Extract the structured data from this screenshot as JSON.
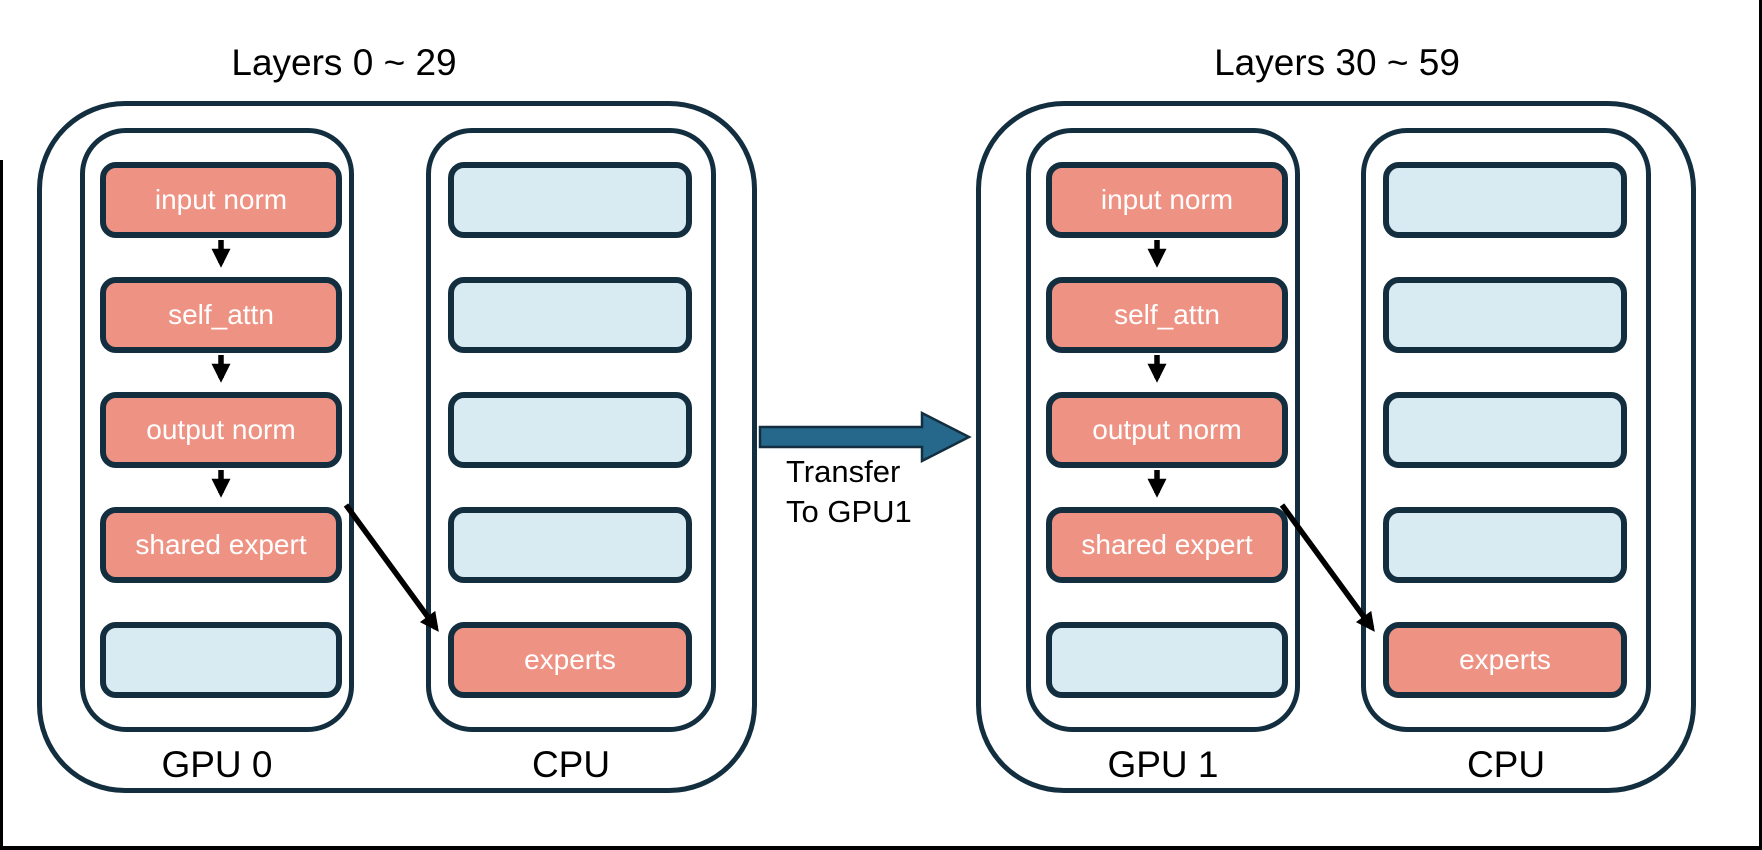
{
  "groups": [
    {
      "layers_title": "Layers 0 ~ 29",
      "devices": [
        {
          "label": "GPU 0",
          "slots": [
            {
              "text": "input norm",
              "filled": true
            },
            {
              "text": "self_attn",
              "filled": true
            },
            {
              "text": "output norm",
              "filled": true
            },
            {
              "text": "shared expert",
              "filled": true
            },
            {
              "text": "",
              "filled": false
            }
          ]
        },
        {
          "label": "CPU",
          "slots": [
            {
              "text": "",
              "filled": false
            },
            {
              "text": "",
              "filled": false
            },
            {
              "text": "",
              "filled": false
            },
            {
              "text": "",
              "filled": false
            },
            {
              "text": "experts",
              "filled": true
            }
          ]
        }
      ]
    },
    {
      "layers_title": "Layers 30 ~ 59",
      "devices": [
        {
          "label": "GPU 1",
          "slots": [
            {
              "text": "input norm",
              "filled": true
            },
            {
              "text": "self_attn",
              "filled": true
            },
            {
              "text": "output norm",
              "filled": true
            },
            {
              "text": "shared expert",
              "filled": true
            },
            {
              "text": "",
              "filled": false
            }
          ]
        },
        {
          "label": "CPU",
          "slots": [
            {
              "text": "",
              "filled": false
            },
            {
              "text": "",
              "filled": false
            },
            {
              "text": "",
              "filled": false
            },
            {
              "text": "",
              "filled": false
            },
            {
              "text": "experts",
              "filled": true
            }
          ]
        }
      ]
    }
  ],
  "transfer": {
    "line1": "Transfer",
    "line2": "To GPU1"
  },
  "colors": {
    "module_fill": "#ee9384",
    "empty_slot_fill": "#d8eaf2",
    "outline": "#132e3e",
    "transfer_arrow_fill": "#26688c",
    "flow_arrow": "#000000",
    "module_text": "#ffffff",
    "label_text": "#000000"
  }
}
